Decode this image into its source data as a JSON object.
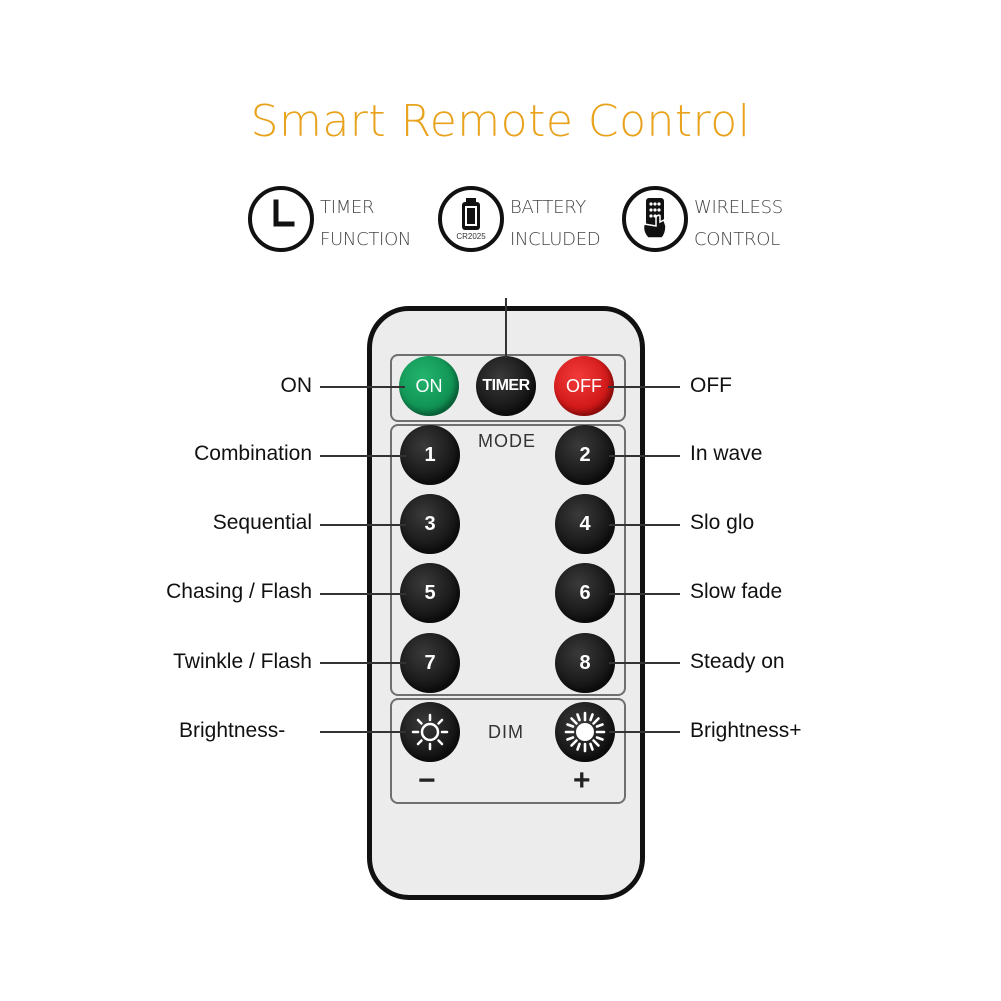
{
  "title": "Smart Remote Control",
  "colors": {
    "title": "#e8a21c",
    "on": "#0c8a4e",
    "off": "#c91010",
    "button": "#1a1a1a"
  },
  "features": [
    {
      "icon": "clock-icon",
      "line1": "TIMER",
      "line2": "FUNCTION"
    },
    {
      "icon": "battery-icon",
      "icon_text": "CR2025",
      "line1": "BATTERY",
      "line2": "INCLUDED"
    },
    {
      "icon": "remote-hand-icon",
      "line1": "WIRELESS",
      "line2": "CONTROL"
    }
  ],
  "remote": {
    "power": {
      "on": "ON",
      "timer": "TIMER",
      "off": "OFF"
    },
    "mode_label": "MODE",
    "modes": [
      "1",
      "2",
      "3",
      "4",
      "5",
      "6",
      "7",
      "8"
    ],
    "dim_label": "DIM",
    "minus": "−",
    "plus": "+"
  },
  "labels": {
    "left": [
      "ON",
      "Combination",
      "Sequential",
      "Chasing / Flash",
      "Twinkle / Flash",
      "Brightness-"
    ],
    "right": [
      "OFF",
      "In wave",
      "Slo glo",
      "Slow fade",
      "Steady on",
      "Brightness+"
    ]
  }
}
